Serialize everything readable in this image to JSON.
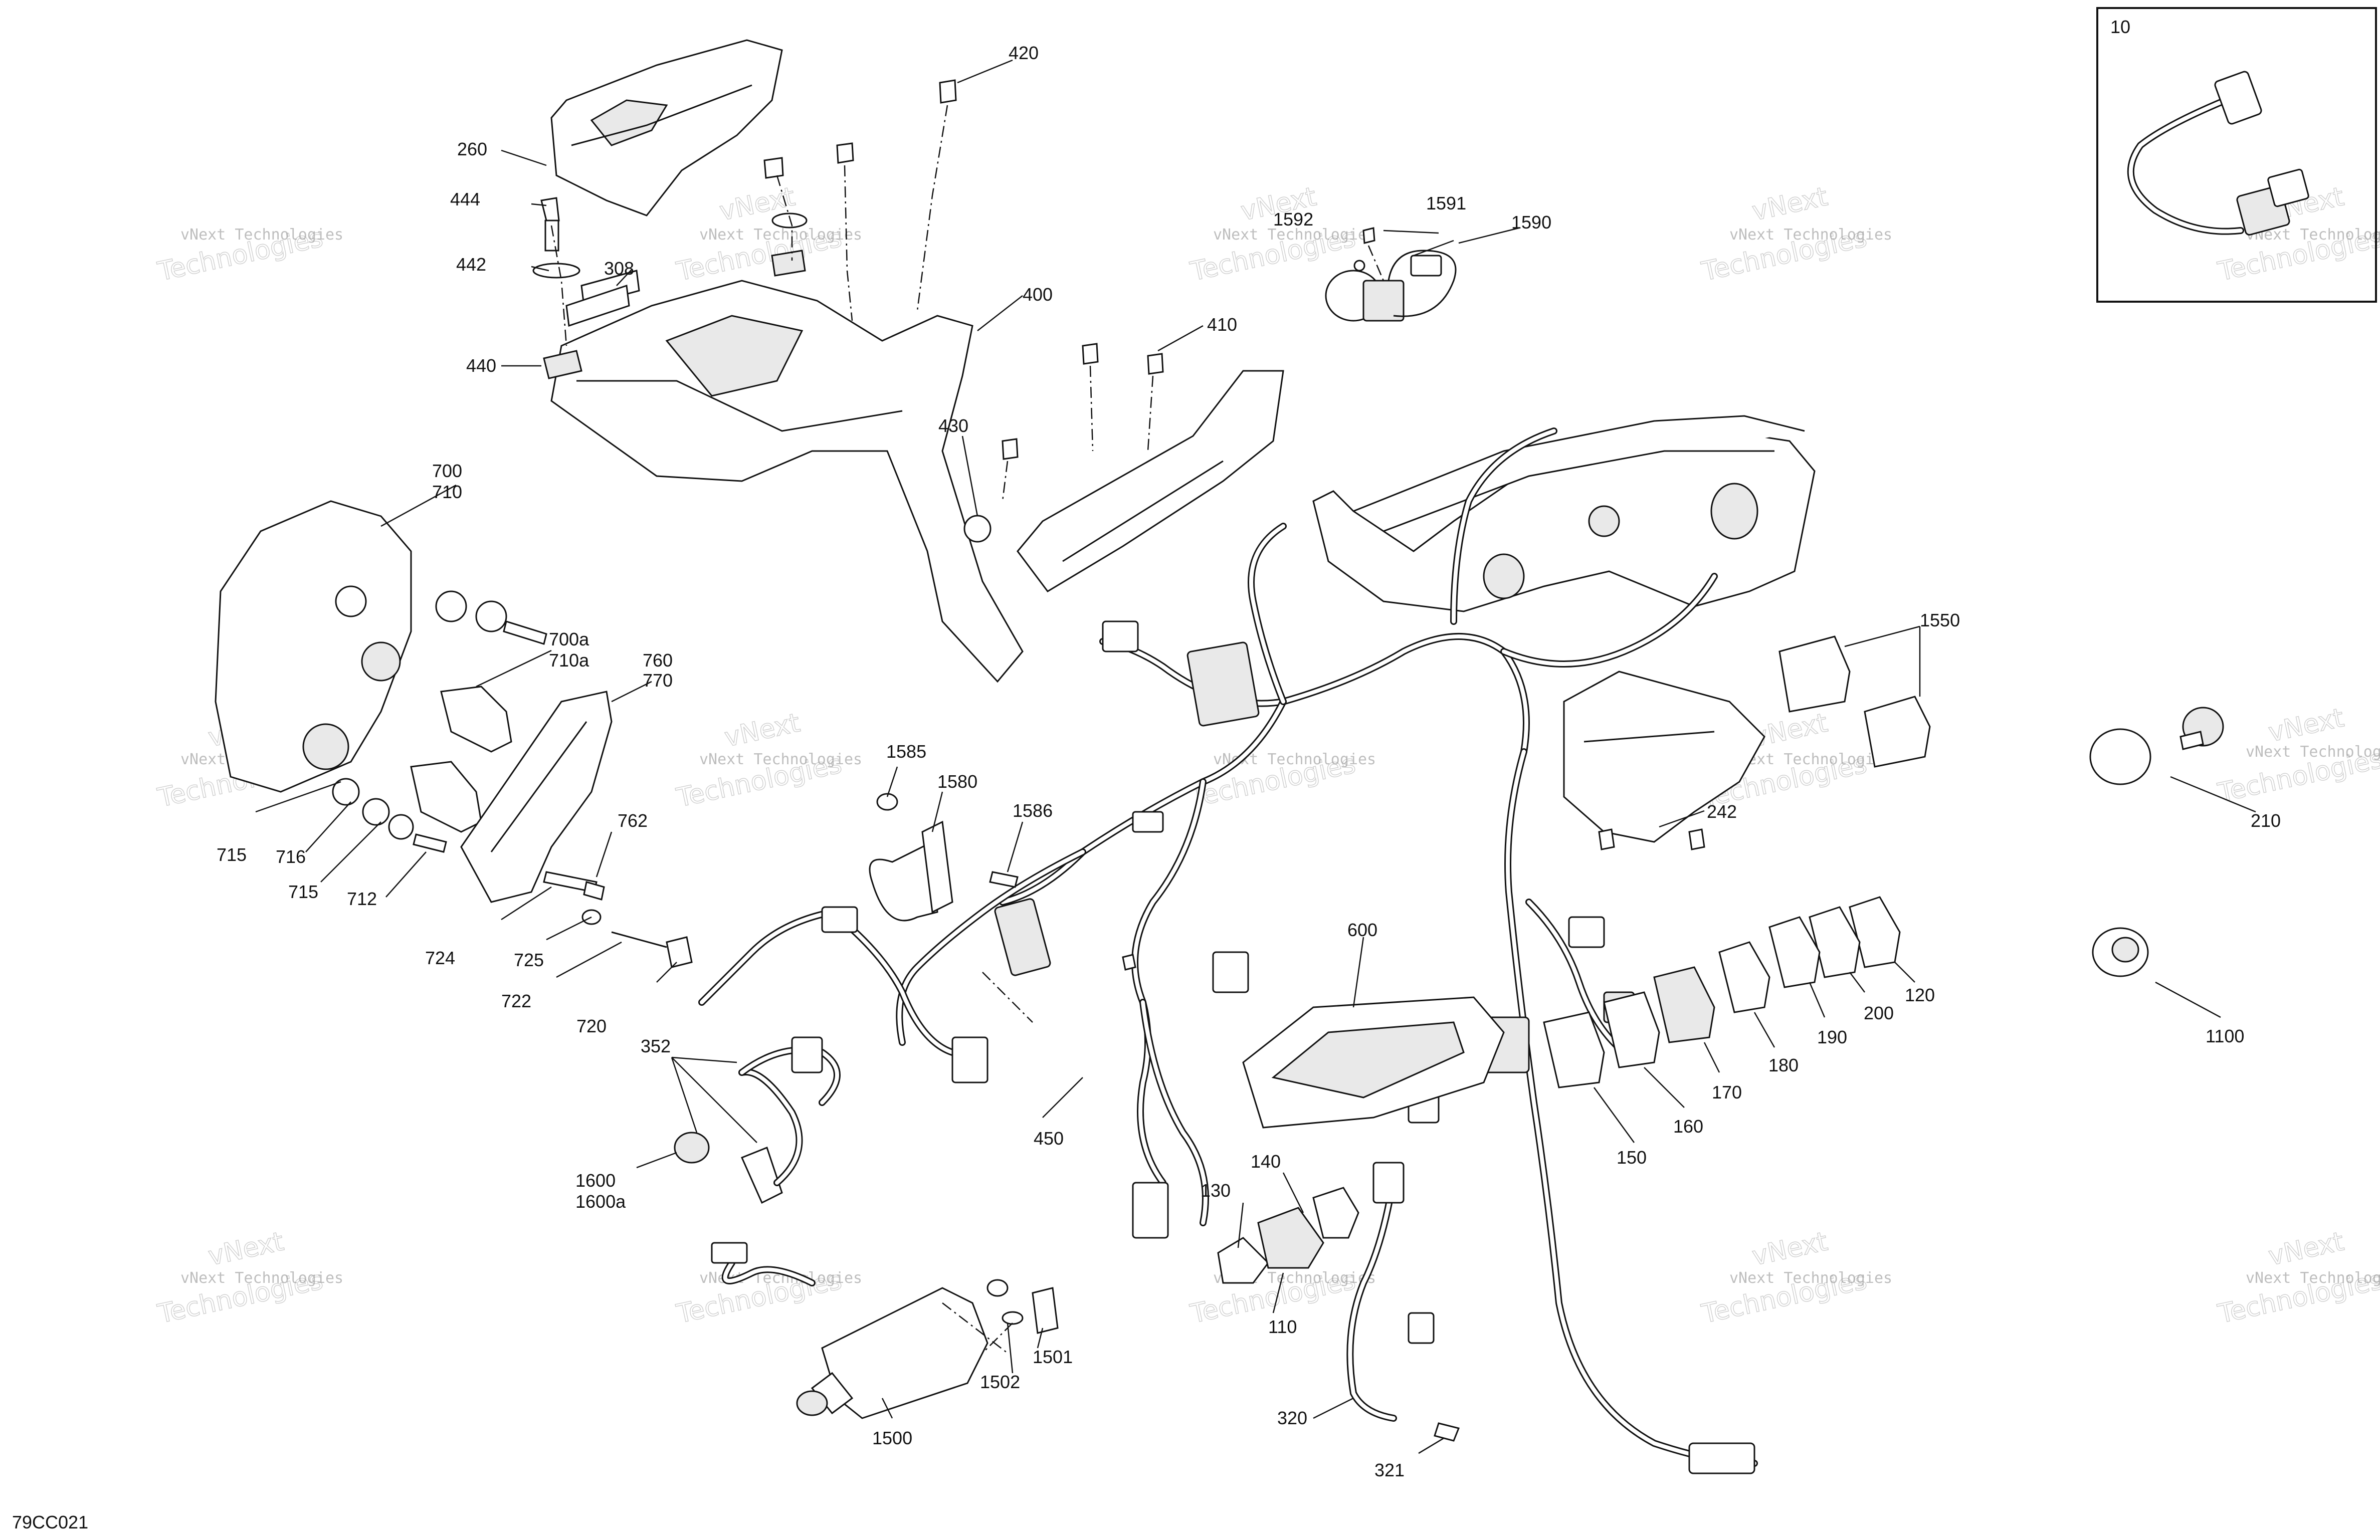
{
  "diagram": {
    "figure_code": "79CC021",
    "inset_label": "10",
    "watermark": {
      "line1": "vNext Technologies",
      "line2a": "vNext",
      "line2b": "Technologies"
    },
    "labels": {
      "p10": "10",
      "p110": "110",
      "p120": "120",
      "p130": "130",
      "p140": "140",
      "p150": "150",
      "p160": "160",
      "p170": "170",
      "p180": "180",
      "p190": "190",
      "p200": "200",
      "p210": "210",
      "p242": "242",
      "p260": "260",
      "p308": "308",
      "p320": "320",
      "p321": "321",
      "p352": "352",
      "p400": "400",
      "p410": "410",
      "p420": "420",
      "p430": "430",
      "p440": "440",
      "p442": "442",
      "p444": "444",
      "p450": "450",
      "p600": "600",
      "p700": "700",
      "p710": "710",
      "p700a": "700a",
      "p710a": "710a",
      "p712": "712",
      "p715a": "715",
      "p715b": "715",
      "p716": "716",
      "p720": "720",
      "p722": "722",
      "p724": "724",
      "p725": "725",
      "p760": "760",
      "p762": "762",
      "p770": "770",
      "p1100": "1100",
      "p1500": "1500",
      "p1501": "1501",
      "p1502": "1502",
      "p1550": "1550",
      "p1580": "1580",
      "p1585": "1585",
      "p1586": "1586",
      "p1590": "1590",
      "p1591": "1591",
      "p1592": "1592",
      "p1600": "1600",
      "p1600a": "1600a"
    }
  }
}
